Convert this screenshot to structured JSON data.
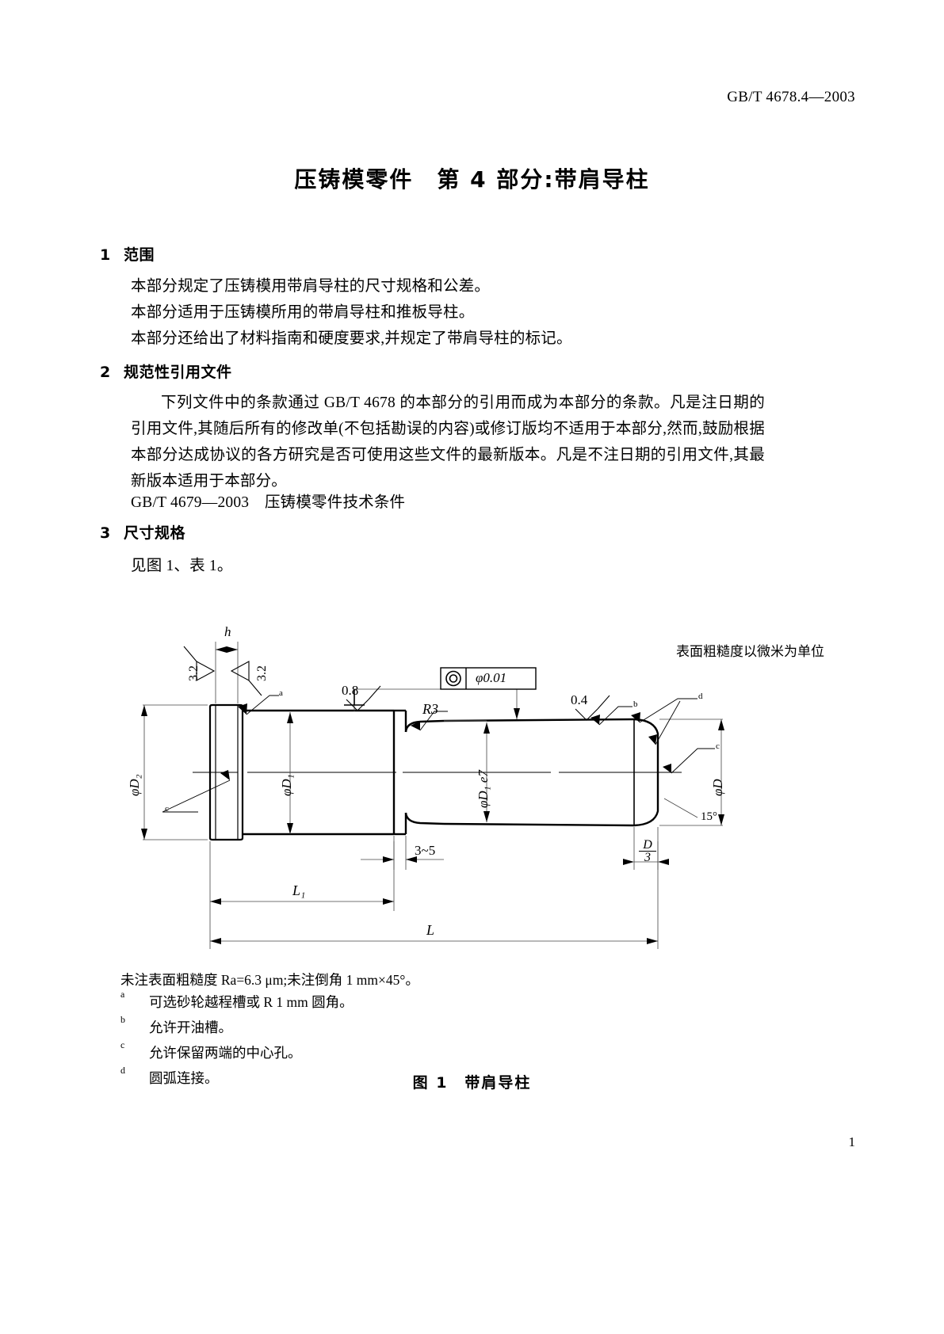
{
  "header": {
    "std_code": "GB/T 4678.4—2003"
  },
  "title": "压铸模零件　第 4 部分:带肩导柱",
  "sections": [
    {
      "num": "1",
      "heading": "范围",
      "paras": [
        "本部分规定了压铸模用带肩导柱的尺寸规格和公差。",
        "本部分适用于压铸模所用的带肩导柱和推板导柱。",
        "本部分还给出了材料指南和硬度要求,并规定了带肩导柱的标记。"
      ]
    },
    {
      "num": "2",
      "heading": "规范性引用文件",
      "paras": [
        "下列文件中的条款通过 GB/T 4678 的本部分的引用而成为本部分的条款。凡是注日期的引用文件,其随后所有的修改单(不包括勘误的内容)或修订版均不适用于本部分,然而,鼓励根据本部分达成协议的各方研究是否可使用这些文件的最新版本。凡是不注日期的引用文件,其最新版本适用于本部分。",
        "GB/T 4679—2003　压铸模零件技术条件"
      ]
    },
    {
      "num": "3",
      "heading": "尺寸规格",
      "paras": [
        "见图 1、表 1。"
      ]
    }
  ],
  "figure": {
    "unit_note": "表面粗糙度以微米为单位",
    "caption": "图 1　带肩导柱",
    "general_note": "未注表面粗糙度 Ra=6.3 μm;未注倒角 1 mm×45°。",
    "footnotes": [
      {
        "mark": "a",
        "text": "可选砂轮越程槽或 R 1 mm 圆角。"
      },
      {
        "mark": "b",
        "text": "允许开油槽。"
      },
      {
        "mark": "c",
        "text": "允许保留两端的中心孔。"
      },
      {
        "mark": "d",
        "text": "圆弧连接。"
      }
    ],
    "labels": {
      "h": "h",
      "rough_32_a": "3.2",
      "rough_32_b": "3.2",
      "rough_08": "0.8",
      "rough_04": "0.4",
      "gdt_value": "φ0.01",
      "r3": "R3",
      "d2": "φD₂",
      "d1": "φD₁",
      "d1e7": "φD₁ e7",
      "d_right": "φD",
      "angle": "15°",
      "undercut": "3~5",
      "d_over_3_num": "D",
      "d_over_3_den": "3",
      "l1": "L₁",
      "l": "L",
      "leader_a": "a",
      "leader_b": "b",
      "leader_c1": "c",
      "leader_c2": "c",
      "leader_d": "d"
    }
  },
  "page_number": "1"
}
